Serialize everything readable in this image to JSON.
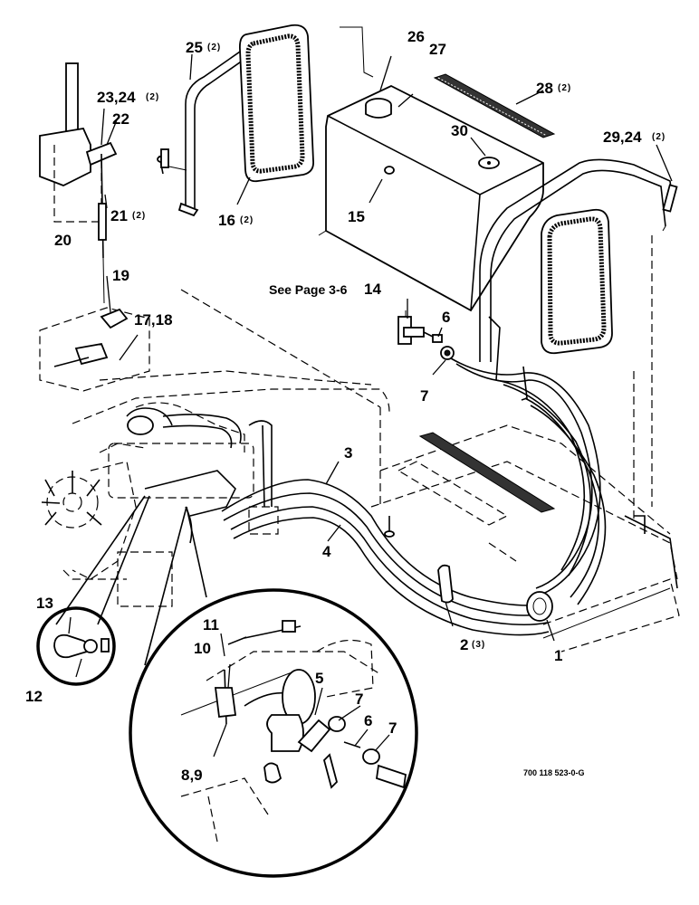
{
  "labels": {
    "l1": "1",
    "l2": "2",
    "l2q": "(3)",
    "l3": "3",
    "l4": "4",
    "l5": "5",
    "l6a": "6",
    "l6b": "6",
    "l7a": "7",
    "l7b": "7",
    "l7c": "7",
    "l89": "8,9",
    "l10": "10",
    "l11": "11",
    "l12": "12",
    "l13": "13",
    "l14": "14",
    "l15": "15",
    "l16": "16",
    "l16q": "(2)",
    "l1718": "17,18",
    "l19": "19",
    "l20": "20",
    "l21": "21",
    "l21q": "(2)",
    "l22": "22",
    "l2324": "23,24",
    "l2324q": "(2)",
    "l25": "25",
    "l25q": "(2)",
    "l26": "26",
    "l27": "27",
    "l28": "28",
    "l28q": "(2)",
    "l2924": "29,24",
    "l2924q": "(2)",
    "l30": "30"
  },
  "see_page_note": "See Page 3-6",
  "drawing_code": "700 118 523-0-G"
}
